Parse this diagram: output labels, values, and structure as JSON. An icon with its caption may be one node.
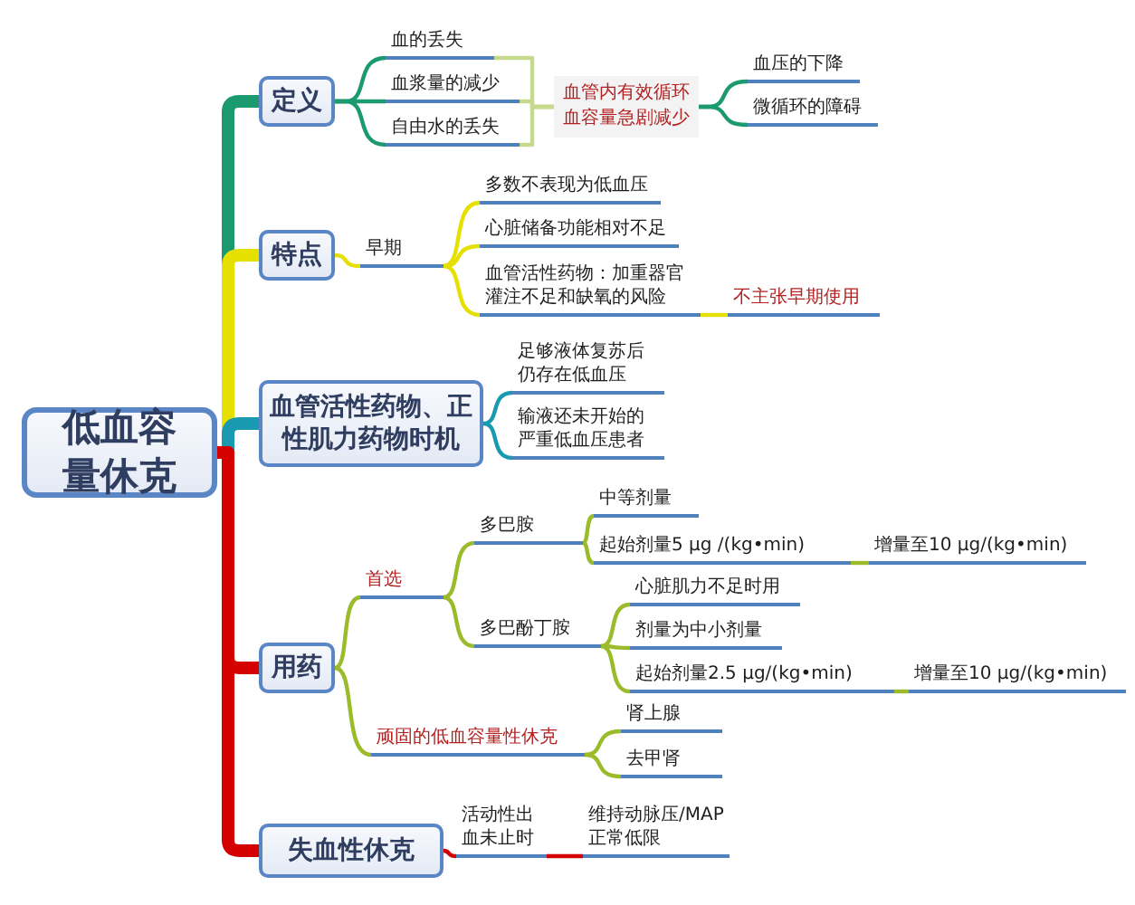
{
  "diagram": {
    "nodes": [
      {
        "text": [
          "低血容量休克"
        ]
      },
      {
        "text": [
          "定义"
        ]
      },
      {
        "text": [
          "血的丢失"
        ]
      },
      {
        "text": [
          "血浆量的减少"
        ]
      },
      {
        "text": [
          "自由水的丢失"
        ]
      },
      {
        "text": [
          "血管内有效循环血容量急剧减少"
        ]
      },
      {
        "text": [
          "血压的下降"
        ]
      },
      {
        "text": [
          "微循环的障碍"
        ]
      },
      {
        "text": [
          "特点"
        ]
      },
      {
        "text": [
          "早期"
        ]
      },
      {
        "text": [
          "多数不表现为低血压"
        ]
      },
      {
        "text": [
          "心脏储备功能相对不足"
        ]
      },
      {
        "text": [
          "血管活性药物：加重器官灌注不足和缺氧的风险"
        ]
      },
      {
        "text": [
          "不主张早期使用"
        ]
      },
      {
        "text": [
          "血管活性药物、正性肌力药物时机"
        ]
      },
      {
        "text": [
          "足够液体复苏后仍存在低血压"
        ]
      },
      {
        "text": [
          "输液还未开始的严重低血压患者"
        ]
      },
      {
        "text": [
          "用药"
        ]
      },
      {
        "text": [
          "首选"
        ]
      },
      {
        "text": [
          "多巴胺"
        ]
      },
      {
        "text": [
          "中等剂量"
        ]
      },
      {
        "text": [
          "起始剂量5 μg /(kg•min)"
        ]
      },
      {
        "text": [
          "增量至10 μg/(kg•min)"
        ]
      },
      {
        "text": [
          "多巴酚丁胺"
        ]
      },
      {
        "text": [
          "心脏肌力不足时用"
        ]
      },
      {
        "text": [
          "剂量为中小剂量"
        ]
      },
      {
        "text": [
          "起始剂量2.5 μg/(kg•min)"
        ]
      },
      {
        "text": [
          "增量至10 μg/(kg•min)"
        ]
      },
      {
        "text": [
          "顽固的低血容量性休克"
        ]
      },
      {
        "text": [
          "肾上腺"
        ]
      },
      {
        "text": [
          "去甲肾"
        ]
      },
      {
        "text": [
          "失血性休克"
        ]
      },
      {
        "text": [
          "活动性出血未止时"
        ]
      },
      {
        "text": [
          "维持动脉压/MAP正常低限"
        ]
      }
    ],
    "edges": [
      {
        "from": 0,
        "to": 1,
        "arrow": "none",
        "style": "thick",
        "color": "#1a9a6e"
      },
      {
        "from": 0,
        "to": 8,
        "arrow": "none",
        "style": "thick",
        "color": "#e6e000"
      },
      {
        "from": 0,
        "to": 14,
        "arrow": "none",
        "style": "thick",
        "color": "#1a9ab0"
      },
      {
        "from": 0,
        "to": 17,
        "arrow": "none",
        "style": "thick",
        "color": "#d40000"
      },
      {
        "from": 0,
        "to": 31,
        "arrow": "none",
        "style": "thick",
        "color": "#d40000"
      },
      {
        "from": 1,
        "to": 2,
        "arrow": "none",
        "color": "#1a9a6e"
      },
      {
        "from": 1,
        "to": 3,
        "arrow": "none",
        "color": "#1a9a6e"
      },
      {
        "from": 1,
        "to": 4,
        "arrow": "none",
        "color": "#1a9a6e"
      },
      {
        "from": 2,
        "to": 5,
        "arrow": "none",
        "color": "#c6d98c"
      },
      {
        "from": 3,
        "to": 5,
        "arrow": "none",
        "color": "#c6d98c"
      },
      {
        "from": 4,
        "to": 5,
        "arrow": "none",
        "color": "#c6d98c"
      },
      {
        "from": 5,
        "to": 6,
        "arrow": "none",
        "color": "#1a9a6e"
      },
      {
        "from": 5,
        "to": 7,
        "arrow": "none",
        "color": "#1a9a6e"
      },
      {
        "from": 8,
        "to": 9,
        "arrow": "none",
        "color": "#e6e000"
      },
      {
        "from": 9,
        "to": 10,
        "arrow": "none",
        "color": "#e6e000"
      },
      {
        "from": 9,
        "to": 11,
        "arrow": "none",
        "color": "#e6e000"
      },
      {
        "from": 9,
        "to": 12,
        "arrow": "none",
        "color": "#e6e000"
      },
      {
        "from": 12,
        "to": 13,
        "arrow": "none",
        "color": "#e6e000"
      },
      {
        "from": 14,
        "to": 15,
        "arrow": "none",
        "color": "#1a9ab0"
      },
      {
        "from": 14,
        "to": 16,
        "arrow": "none",
        "color": "#1a9ab0"
      },
      {
        "from": 17,
        "to": 18,
        "arrow": "none"
      },
      {
        "from": 18,
        "to": 19,
        "arrow": "none"
      },
      {
        "from": 18,
        "to": 23,
        "arrow": "none"
      },
      {
        "from": 19,
        "to": 20,
        "arrow": "none"
      },
      {
        "from": 19,
        "to": 21,
        "arrow": "none"
      },
      {
        "from": 21,
        "to": 22,
        "arrow": "none"
      },
      {
        "from": 23,
        "to": 24,
        "arrow": "none"
      },
      {
        "from": 23,
        "to": 25,
        "arrow": "none"
      },
      {
        "from": 23,
        "to": 26,
        "arrow": "none"
      },
      {
        "from": 26,
        "to": 27,
        "arrow": "none"
      },
      {
        "from": 17,
        "to": 28,
        "arrow": "none"
      },
      {
        "from": 28,
        "to": 29,
        "arrow": "none"
      },
      {
        "from": 28,
        "to": 30,
        "arrow": "none"
      },
      {
        "from": 31,
        "to": 32,
        "arrow": "none",
        "color": "#d40000"
      },
      {
        "from": 32,
        "to": 33,
        "arrow": "none",
        "color": "#d40000"
      }
    ]
  }
}
